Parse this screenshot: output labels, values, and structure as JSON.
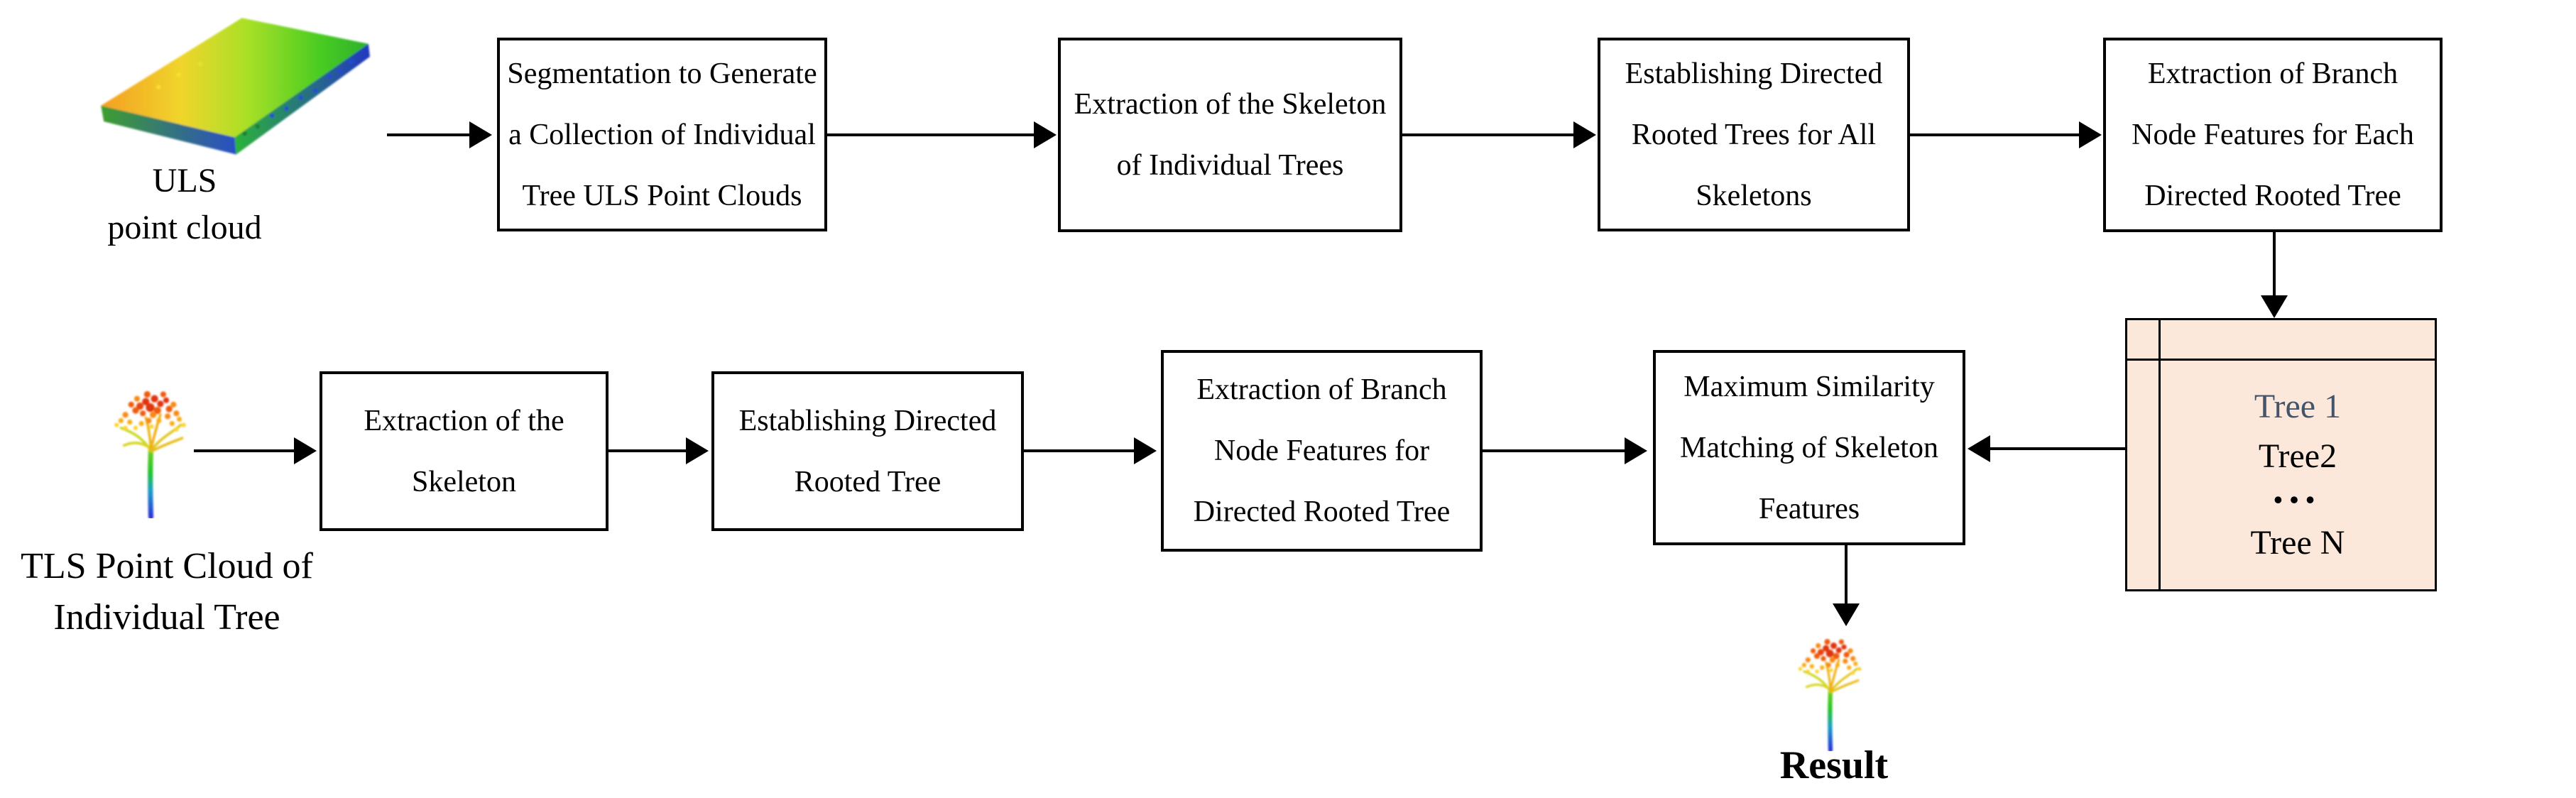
{
  "flow": {
    "uls_label": {
      "line1": "ULS",
      "line2": "point cloud"
    },
    "tls_label": {
      "line1": "TLS Point Cloud of",
      "line2": "Individual Tree"
    },
    "result_label": "Result",
    "top_boxes": [
      {
        "lines": [
          "Segmentation to Generate",
          "a Collection of Individual",
          "Tree ULS Point Clouds"
        ]
      },
      {
        "lines": [
          "Extraction of the Skeleton",
          "of Individual Trees"
        ]
      },
      {
        "lines": [
          "Establishing Directed",
          "Rooted Trees for All",
          "Skeletons"
        ]
      },
      {
        "lines": [
          "Extraction of Branch",
          "Node Features for Each",
          "Directed Rooted Tree"
        ]
      }
    ],
    "bottom_boxes": [
      {
        "lines": [
          "Extraction of the",
          "Skeleton"
        ]
      },
      {
        "lines": [
          "Establishing Directed",
          "Rooted Tree"
        ]
      },
      {
        "lines": [
          "Extraction of Branch",
          "Node Features for",
          "Directed Rooted Tree"
        ]
      },
      {
        "lines": [
          "Maximum Similarity",
          "Matching of Skeleton",
          "Features"
        ]
      }
    ],
    "tree_list": {
      "items": [
        "Tree 1",
        "Tree2",
        "•••",
        "Tree N"
      ]
    },
    "colors": {
      "background": "#FFFFFF",
      "box_border": "#000000",
      "tree_list_background": "#FBE8DB",
      "tree1_text": "#44546A",
      "list_text": "#000000"
    }
  }
}
